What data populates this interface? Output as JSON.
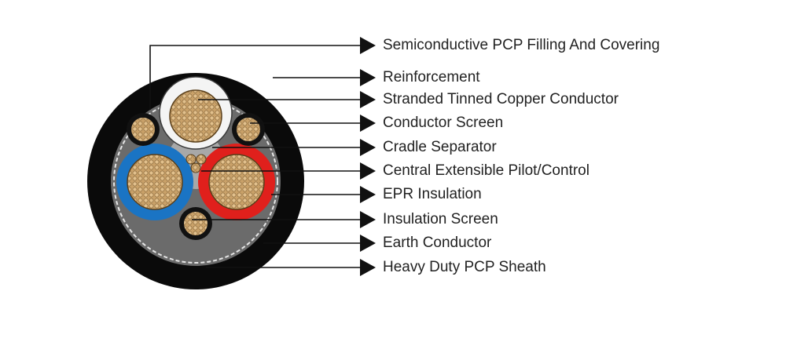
{
  "diagram": {
    "labels": [
      "Semiconductive PCP Filling And Covering",
      "Reinforcement",
      "Stranded Tinned Copper Conductor",
      "Conductor Screen",
      "Cradle Separator",
      "Central Extensible Pilot/Control",
      "EPR Insulation",
      "Insulation Screen",
      "Earth Conductor",
      "Heavy Duty PCP Sheath"
    ],
    "colors": {
      "sheath": "#0a0a0a",
      "filling": "#6b6b6b",
      "core_white": "#f4f4f4",
      "core_blue": "#1a74c4",
      "core_red": "#e0201c",
      "copper": "#c9a169",
      "leader": "#111111"
    }
  }
}
